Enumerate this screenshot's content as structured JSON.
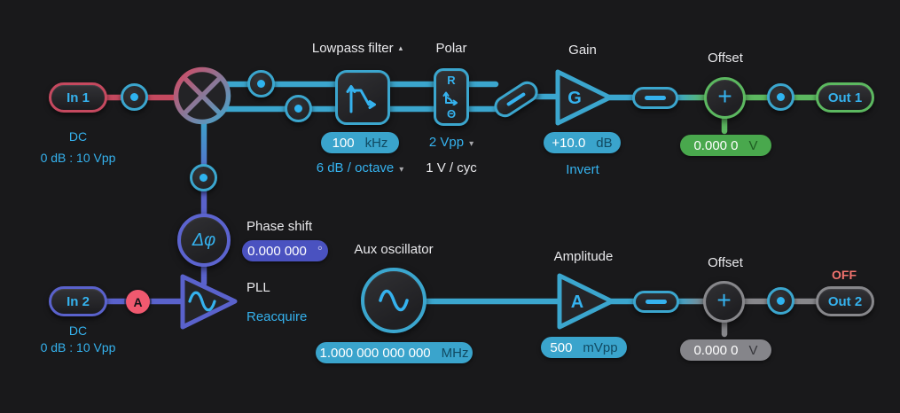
{
  "colors": {
    "background": "#19191b",
    "signal_cyan": "#3ba6ce",
    "accent_cyan_text": "#35b2ee",
    "input1_red": "#c5495f",
    "pll_purple": "#5a62cc",
    "output1_green": "#5cb860",
    "output2_gray": "#87878b",
    "off_red": "#f2736e",
    "attenuation_pink": "#f0596f"
  },
  "in1": {
    "label": "In 1",
    "coupling": "DC",
    "range": "0 dB : 10 Vpp"
  },
  "in2": {
    "label": "In 2",
    "coupling": "DC",
    "range": "0 dB : 10 Vpp",
    "attenuation": "A"
  },
  "lowpass": {
    "title": "Lowpass filter",
    "collapse_icon": "▴",
    "value": "100",
    "unit": "kHz",
    "slope": "6 dB / octave",
    "slope_icon": "▾"
  },
  "polar": {
    "title": "Polar",
    "r_label": "R",
    "theta_label": "Θ",
    "range": "2 Vpp",
    "range_icon": "▾",
    "scale": "1 V / cyc"
  },
  "gain": {
    "title": "Gain",
    "symbol": "G",
    "value": "+10.0",
    "unit": "dB",
    "invert": "Invert"
  },
  "offset1": {
    "title": "Offset",
    "value": "0.000 0",
    "unit": "V"
  },
  "out1": {
    "label": "Out 1"
  },
  "phase": {
    "title": "Phase shift",
    "symbol": "Δφ",
    "value": "0.000 000",
    "unit": "°"
  },
  "pll": {
    "title": "PLL",
    "action": "Reacquire"
  },
  "aux": {
    "title": "Aux oscillator",
    "value": "1.000 000 000 000",
    "unit": "MHz"
  },
  "amplitude": {
    "title": "Amplitude",
    "symbol": "A",
    "value": "500",
    "unit": "mVpp"
  },
  "offset2": {
    "title": "Offset",
    "value": "0.000 0",
    "unit": "V"
  },
  "out2": {
    "label": "Out 2",
    "status": "OFF"
  }
}
